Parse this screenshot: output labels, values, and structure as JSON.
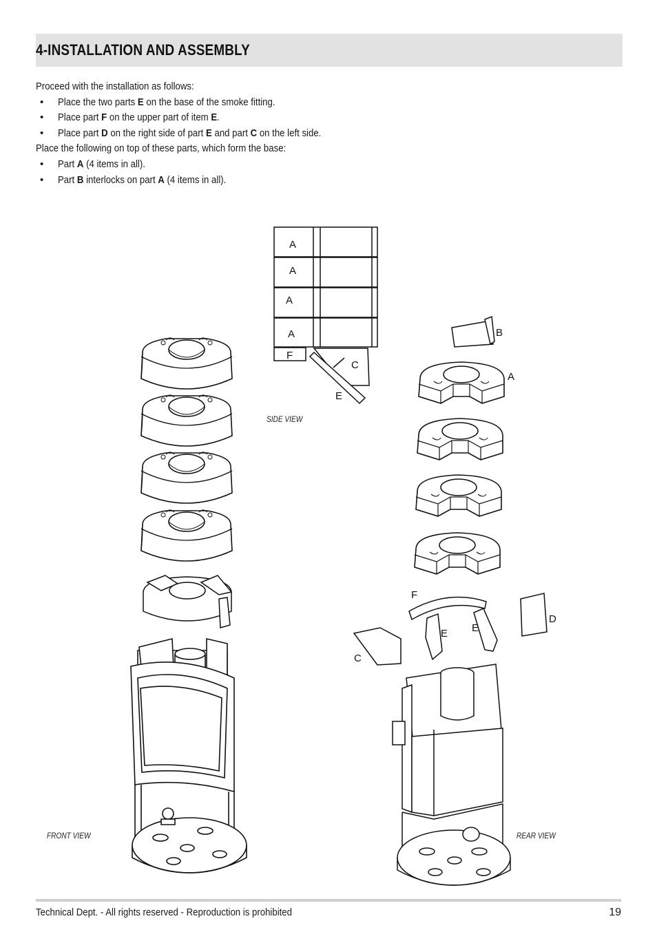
{
  "header": {
    "title": "4-INSTALLATION AND ASSEMBLY"
  },
  "intro": "Proceed with the installation as follows:",
  "steps_1": [
    {
      "pre": "Place the two parts ",
      "part": "E",
      "post": " on the base of the smoke fitting."
    },
    {
      "pre": "Place part ",
      "part": "F",
      "post": " on the upper part of item ",
      "part2": "E",
      "post2": "."
    },
    {
      "pre": "Place part ",
      "part": "D",
      "post": " on the right side of part ",
      "part2": "E",
      "post2": " and part ",
      "part3": "C",
      "post3": " on the left side."
    }
  ],
  "middle": "Place the following on top of these parts, which form the base:",
  "steps_2": [
    {
      "pre": "Part ",
      "part": "A",
      "post": " (4 items in all)."
    },
    {
      "pre": "Part ",
      "part": "B",
      "post": " interlocks on part ",
      "part2": "A",
      "post2": " (4 items in all)."
    }
  ],
  "diagram": {
    "side_view_label": "SIDE VIEW",
    "front_view_label": "FRONT VIEW",
    "rear_view_label": "REAR VIEW",
    "side_labels": [
      "A",
      "A",
      "A",
      "A",
      "F",
      "C",
      "E"
    ],
    "rear_labels": {
      "b": "B",
      "a": "A",
      "f": "F",
      "e1": "E",
      "e2": "E",
      "d": "D",
      "c": "C"
    }
  },
  "footer": {
    "text": "Technical Dept. - All rights reserved - Reproduction is prohibited",
    "page_number": "19"
  }
}
